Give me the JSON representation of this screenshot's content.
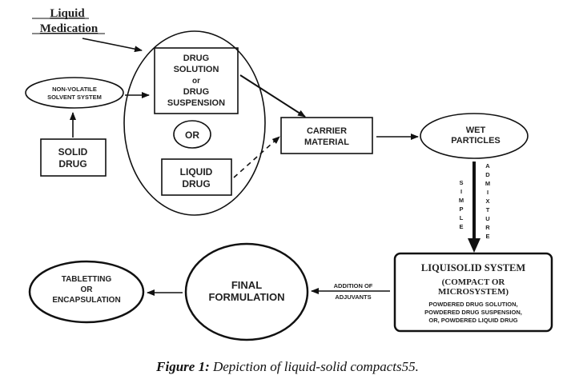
{
  "diagram": {
    "liquid_medication": [
      "Liquid",
      "Medication"
    ],
    "non_volatile": [
      "NON-VOLATILE",
      "SOLVENT SYSTEM"
    ],
    "solid_drug": [
      "SOLID",
      "DRUG"
    ],
    "drug_solution": [
      "DRUG",
      "SOLUTION",
      "or",
      "DRUG",
      "SUSPENSION"
    ],
    "or_label": "OR",
    "liquid_drug": [
      "LIQUID",
      "DRUG"
    ],
    "carrier_material": [
      "CARRIER",
      "MATERIAL"
    ],
    "wet_particles": [
      "WET",
      "PARTICLES"
    ],
    "simple": [
      "S",
      "I",
      "M",
      "P",
      "L",
      "E"
    ],
    "admixture": [
      "A",
      "D",
      "M",
      "I",
      "X",
      "T",
      "U",
      "R",
      "E"
    ],
    "liquisolid": {
      "title": "LIQUISOLID SYSTEM",
      "subtitle": [
        "(COMPACT OR",
        "MICROSYSTEM)"
      ],
      "details": [
        "POWDERED DRUG SOLUTION,",
        "POWDERED DRUG SUSPENSION,",
        "OR, POWDERED LIQUID DRUG"
      ]
    },
    "addition_of_adjuvants": [
      "ADDITION OF",
      "ADJUVANTS"
    ],
    "final_formulation": [
      "FINAL",
      "FORMULATION"
    ],
    "tabletting": [
      "TABLETTING",
      "OR",
      "ENCAPSULATION"
    ]
  },
  "caption": {
    "label": "Figure 1:",
    "text": " Depiction of liquid-solid compacts55."
  }
}
